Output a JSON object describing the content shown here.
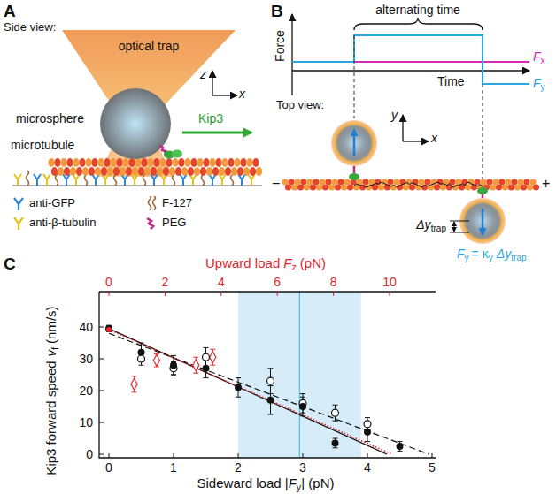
{
  "diagram": {
    "labels": [
      "A",
      "Side view:",
      "optical trap",
      "z",
      "x",
      "microsphere",
      "microtubule",
      "Kip3",
      "B",
      "Force",
      "alternating time",
      "F",
      "x",
      "F",
      "y",
      "Time",
      "Top view:",
      "y",
      "x",
      "−",
      "+",
      "Δy",
      "trap",
      "F",
      "y",
      "= κ",
      "y",
      "Δy",
      "trap",
      "C",
      "Upward load",
      "F",
      "z",
      "(pN)",
      "0",
      "2",
      "4",
      "6",
      "8",
      "10",
      "Kip3 forward speed",
      "v",
      "f",
      "(nm/s)",
      "0",
      "10",
      "20",
      "30",
      "40",
      "0",
      "1",
      "2",
      "3",
      "4",
      "5",
      "Sideward load |",
      "F",
      "y",
      "| (pN)"
    ],
    "legend": [
      {
        "text": "anti-GFP"
      },
      {
        "text": "F-127"
      },
      {
        "text": "anti-β-tubulin"
      },
      {
        "text": "PEG"
      }
    ]
  }
}
